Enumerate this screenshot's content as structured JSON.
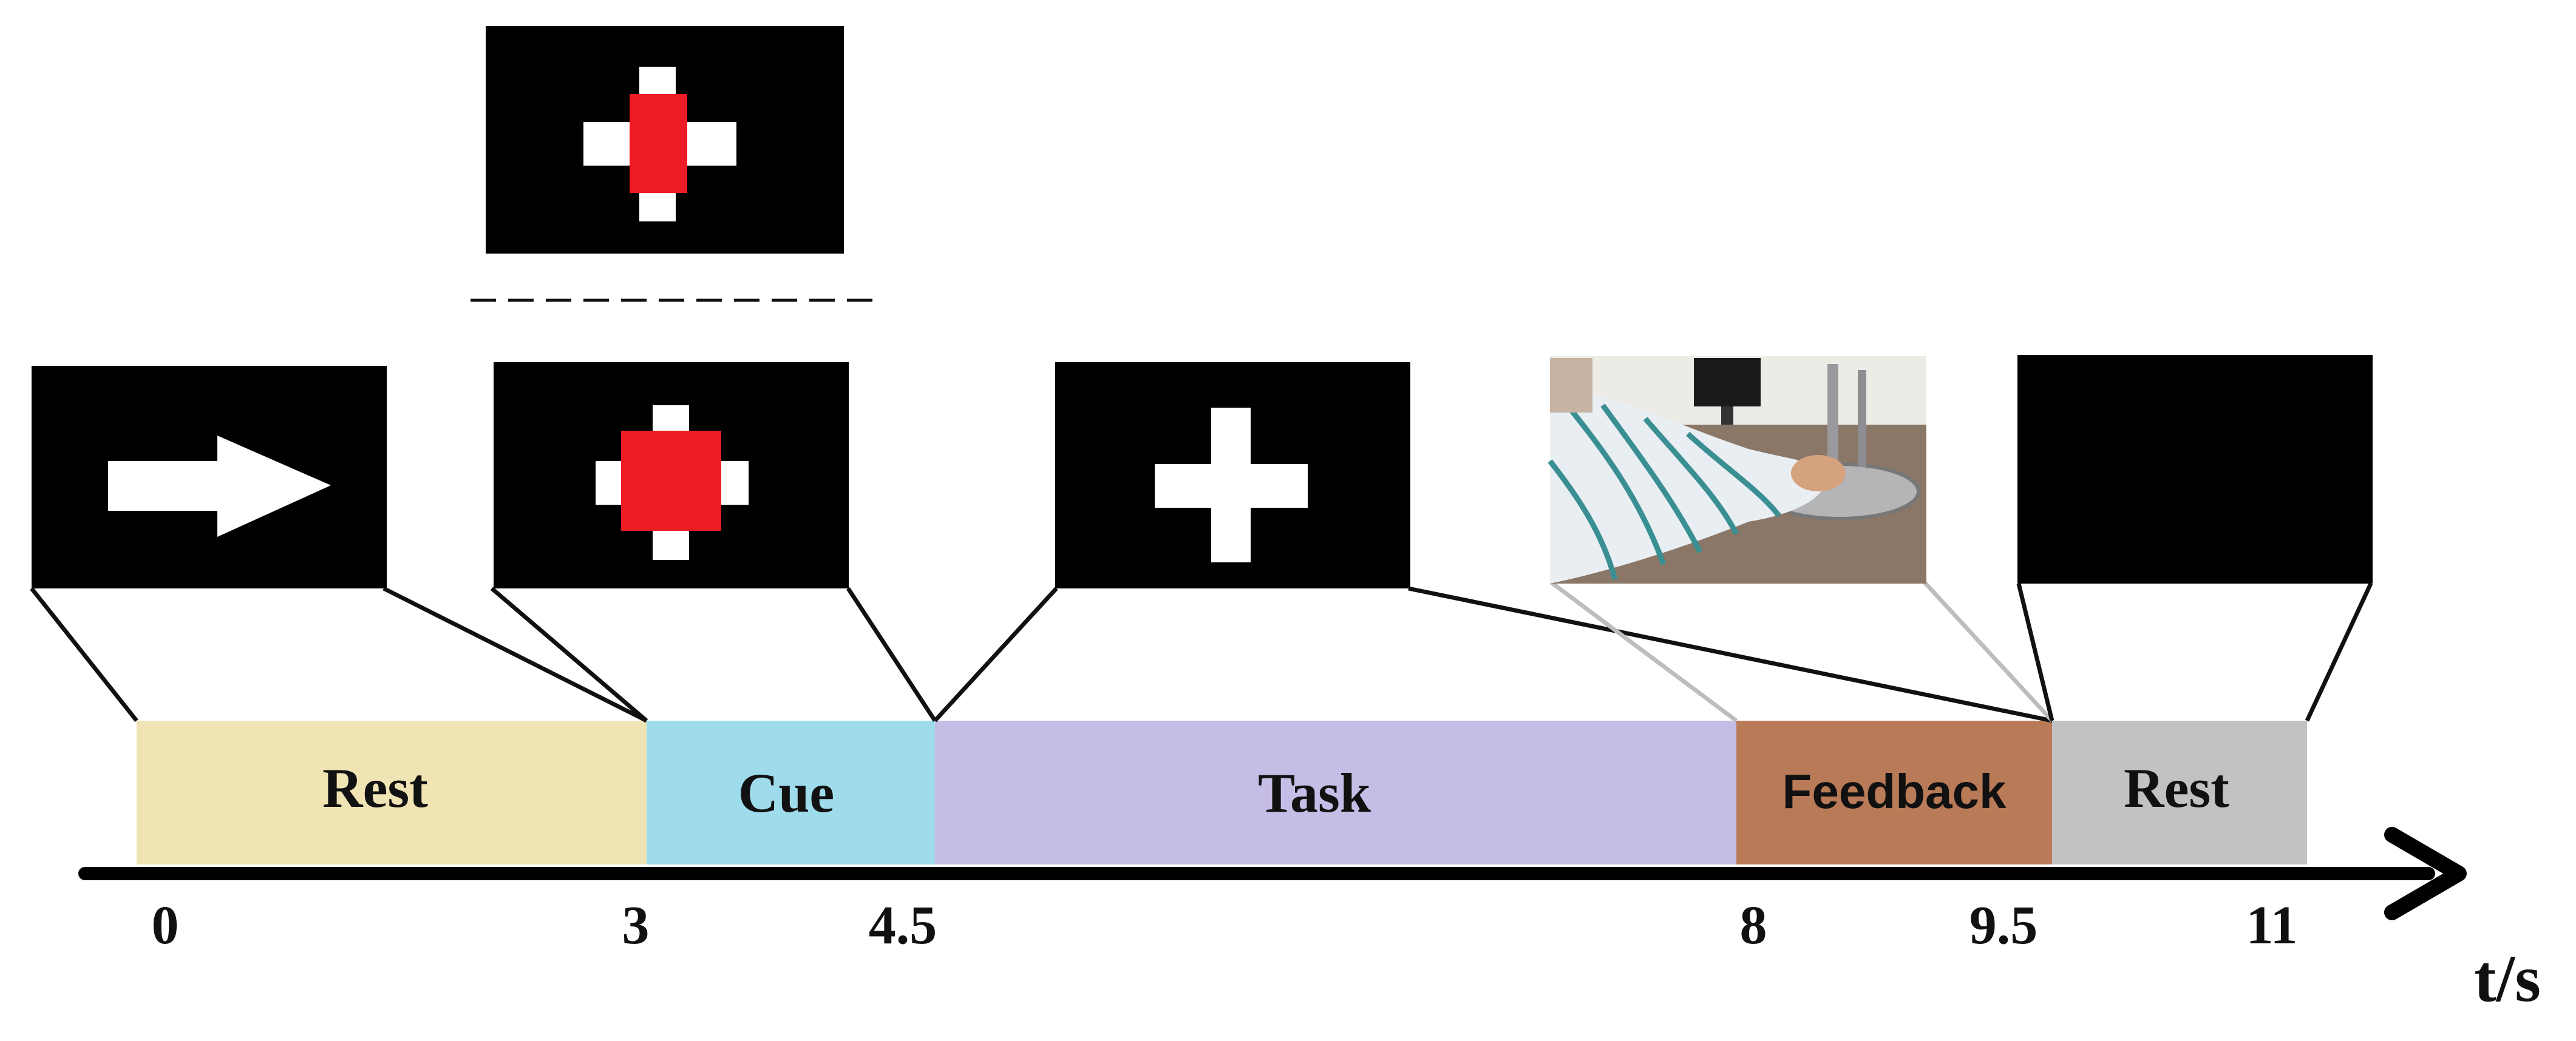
{
  "timeline": {
    "unit_label": "t/s",
    "ticks": [
      "0",
      "3",
      "4.5",
      "8",
      "9.5",
      "11"
    ],
    "phases": [
      {
        "label": "Rest",
        "start": 0,
        "end": 3,
        "color": "#f0e4b4"
      },
      {
        "label": "Cue",
        "start": 3,
        "end": 4.5,
        "color": "#9edbeb"
      },
      {
        "label": "Task",
        "start": 4.5,
        "end": 8,
        "color": "#c6bde6"
      },
      {
        "label": "Feedback",
        "start": 8,
        "end": 9.5,
        "color": "#b97b57"
      },
      {
        "label": "Rest",
        "start": 9.5,
        "end": 11,
        "color": "#c2c2c2"
      }
    ]
  },
  "screens": [
    {
      "name": "arrow-screen",
      "content": "arrow-icon"
    },
    {
      "name": "cue-screen",
      "content": "red-circle-cross-icon"
    },
    {
      "name": "cue-alt-screen",
      "content": "red-rect-cross-icon"
    },
    {
      "name": "task-screen",
      "content": "cross-icon"
    },
    {
      "name": "feedback-photo",
      "content": "rehabilitation-robot-photo"
    },
    {
      "name": "rest-screen",
      "content": "black-screen"
    }
  ],
  "colors": {
    "screen_bg": "#000000",
    "fixation": "#ffffff",
    "cue_red": "#ed1c24",
    "axis": "#000000",
    "connector_black": "#111111",
    "connector_gray": "#bdbdbd"
  }
}
